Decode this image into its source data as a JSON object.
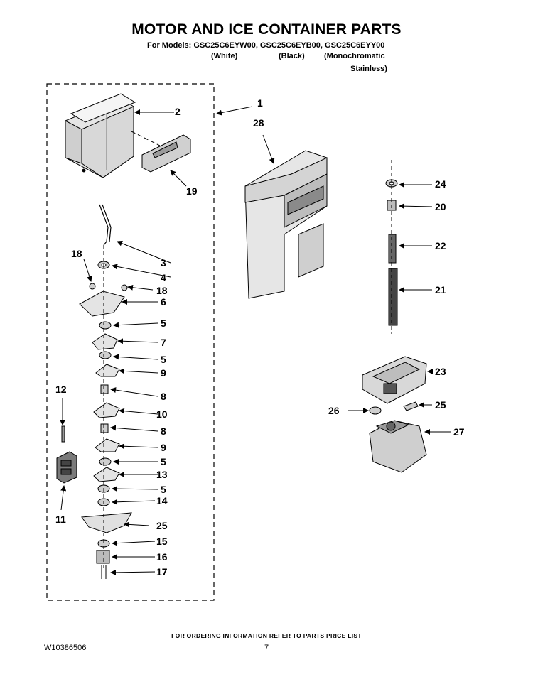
{
  "header": {
    "title": "MOTOR AND ICE CONTAINER PARTS",
    "models_line": "For Models: GSC25C6EYW00, GSC25C6EYB00, GSC25C6EYY00",
    "color_white": "(White)",
    "color_black": "(Black)",
    "color_mono": "(Monochromatic",
    "color_mono_cont": "Stainless)"
  },
  "callouts": {
    "c1": "1",
    "c2": "2",
    "c28": "28",
    "c19": "19",
    "c24": "24",
    "c20": "20",
    "c22": "22",
    "c21": "21",
    "c18a": "18",
    "c3": "3",
    "c4": "4",
    "c18b": "18",
    "c6": "6",
    "c5a": "5",
    "c7": "7",
    "c5b": "5",
    "c9a": "9",
    "c23": "23",
    "c8a": "8",
    "c26": "26",
    "c25a": "25",
    "c12": "12",
    "c10": "10",
    "c27": "27",
    "c8b": "8",
    "c9b": "9",
    "c5c": "5",
    "c13": "13",
    "c5d": "5",
    "c11": "11",
    "c14": "14",
    "c25b": "25",
    "c15": "15",
    "c16": "16",
    "c17": "17"
  },
  "footer": {
    "ordering_note": "FOR ORDERING INFORMATION REFER TO PARTS PRICE LIST",
    "doc_number": "W10386506",
    "page_number": "7"
  }
}
